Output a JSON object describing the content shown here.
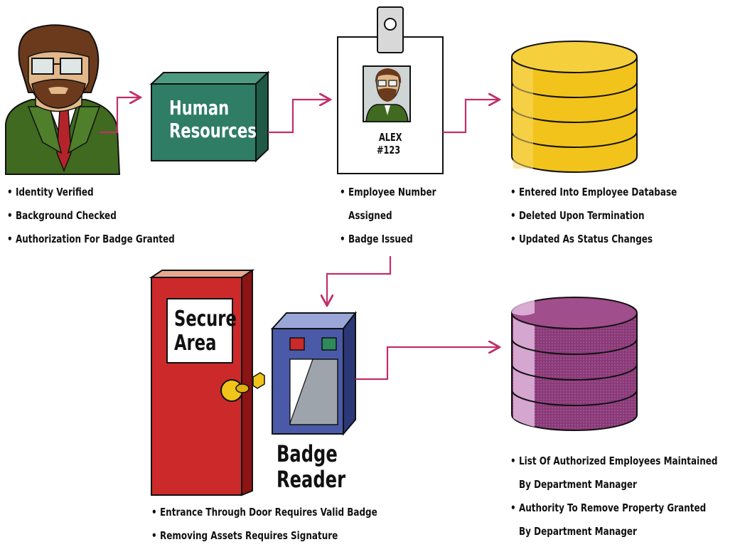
{
  "colors": {
    "arrow": "#c0306a",
    "hr_box": "#2e7d64",
    "door": "#cc2a2a",
    "reader": "#4a5aa8",
    "db_gold": "#f2c31a",
    "db_purple": "#8a3a78"
  },
  "hr": {
    "line1": "Human",
    "line2": "Resources"
  },
  "badge": {
    "name": "ALEX",
    "number": "#123"
  },
  "door": {
    "sign_line1": "Secure",
    "sign_line2": "Area"
  },
  "reader": {
    "line1": "Badge",
    "line2": "Reader"
  },
  "captions": {
    "person": [
      "Identity Verified",
      "Background Checked",
      "Authorization For Badge Granted"
    ],
    "badge": [
      "Employee Number",
      "Assigned",
      "Badge Issued"
    ],
    "db1": [
      "Entered Into Employee Database",
      "Deleted Upon Termination",
      "Updated As Status Changes"
    ],
    "door": [
      "Entrance Through Door Requires Valid Badge",
      "Removing Assets Requires Signature"
    ],
    "db2": [
      "List Of Authorized Employees Maintained",
      "By Department Manager",
      "Authority To Remove Property Granted",
      "By Department Manager"
    ]
  },
  "icons": [
    "employee-portrait-icon",
    "hr-box-icon",
    "id-badge-icon",
    "employee-database-icon",
    "secure-door-icon",
    "badge-reader-icon",
    "authorized-list-database-icon"
  ]
}
